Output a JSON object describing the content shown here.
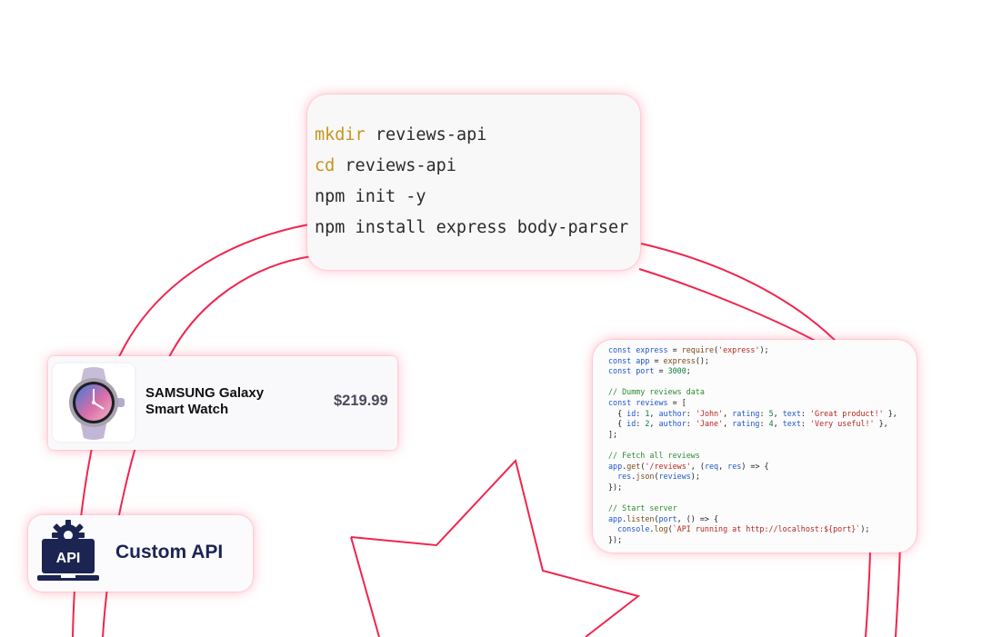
{
  "terminal": {
    "lines": [
      {
        "keyword": "mkdir",
        "rest": " reviews-api"
      },
      {
        "keyword": "cd",
        "rest": " reviews-api"
      },
      {
        "keyword": "",
        "rest": "npm init -y"
      },
      {
        "keyword": "",
        "rest": "npm install express body-parser"
      }
    ]
  },
  "product": {
    "name": "SAMSUNG Galaxy Smart Watch",
    "price": "$219.99",
    "image_icon": "smartwatch-icon"
  },
  "api_badge": {
    "title": "Custom API",
    "icon_label": "API",
    "icon": "api-laptop-gear-icon"
  },
  "code": {
    "lines": [
      "const express = require('express');",
      "const app = express();",
      "const port = 3000;",
      "",
      "// Dummy reviews data",
      "const reviews = [",
      "  { id: 1, author: 'John', rating: 5, text: 'Great product!' },",
      "  { id: 2, author: 'Jane', rating: 4, text: 'Very useful!' },",
      "];",
      "",
      "// Fetch all reviews",
      "app.get('/reviews', (req, res) => {",
      "  res.json(reviews);",
      "});",
      "",
      "// Start server",
      "app.listen(port, () => {",
      "  console.log(`API running at http://localhost:${port}`);",
      "});"
    ]
  },
  "colors": {
    "accent_red": "#f0254f",
    "terminal_keyword": "#c7941c",
    "api_navy": "#1c2451"
  }
}
